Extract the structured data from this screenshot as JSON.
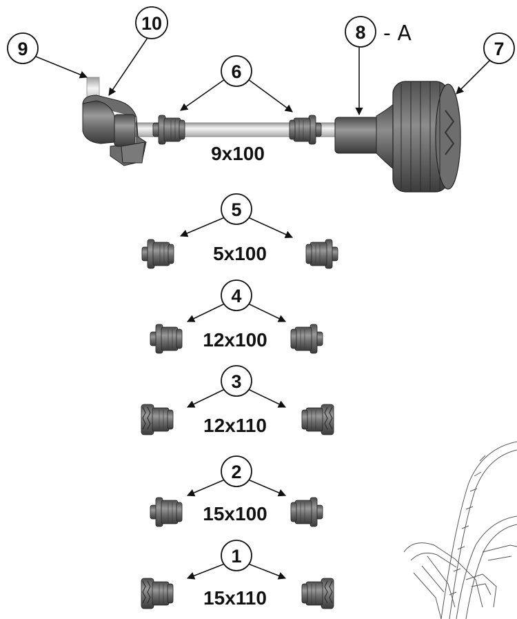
{
  "callouts": {
    "n1": "1",
    "n2": "2",
    "n3": "3",
    "n4": "4",
    "n5": "5",
    "n6": "6",
    "n7": "7",
    "n8": "8",
    "n9": "9",
    "n10": "10",
    "n8_suffix": "- A"
  },
  "sizes": {
    "s6": "9x100",
    "s5": "5x100",
    "s4": "12x100",
    "s3": "12x110",
    "s2": "15x100",
    "s1": "15x110"
  },
  "colors": {
    "part_dark": "#5e5e5e",
    "part_mid": "#8a8a8a",
    "part_light": "#bdbdbd",
    "line": "#111111"
  }
}
